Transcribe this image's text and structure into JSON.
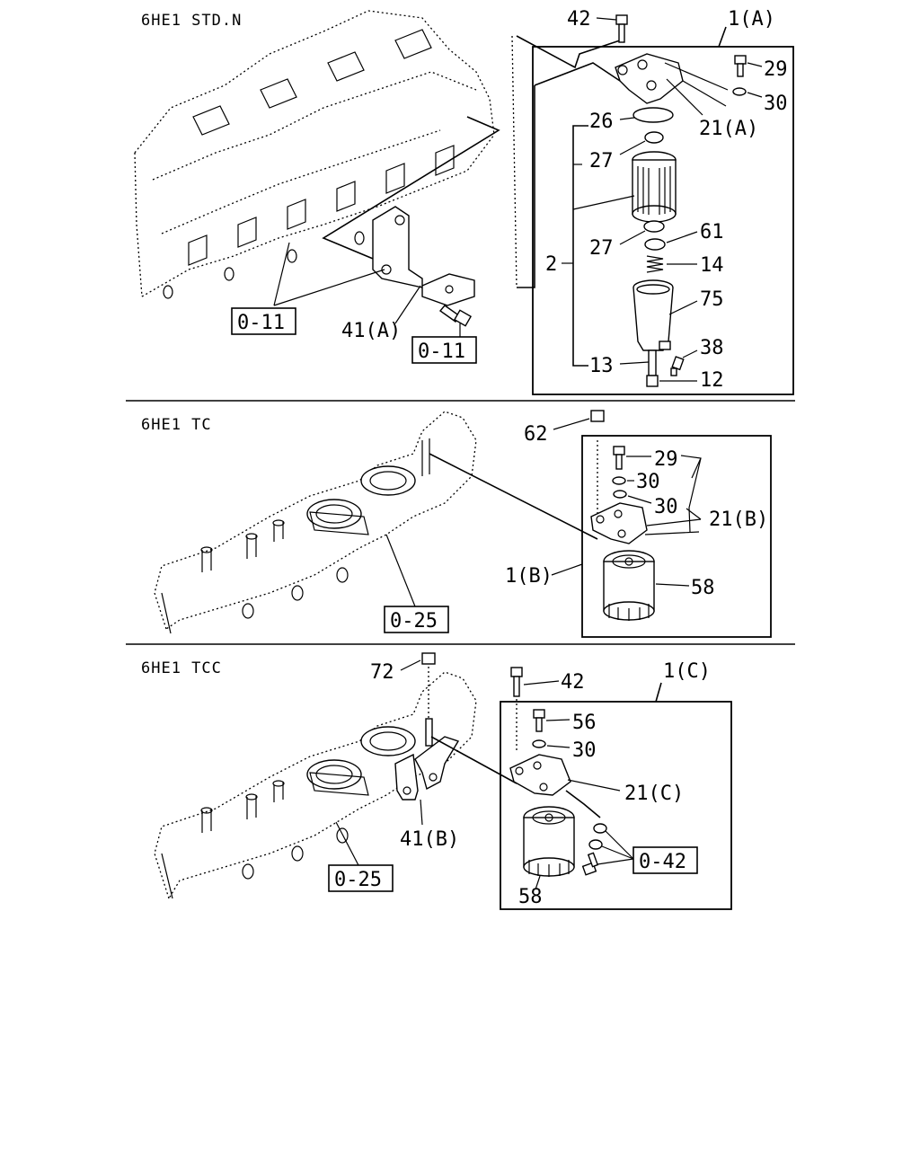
{
  "sections": {
    "std": {
      "title": "6HE1 STD.N"
    },
    "tc": {
      "title": "6HE1 TC"
    },
    "tcc": {
      "title": "6HE1 TCC"
    }
  },
  "labels": {
    "std": {
      "p42": "42",
      "p1a": "1(A)",
      "p29": "29",
      "p30": "30",
      "p21a": "21(A)",
      "p26": "26",
      "p27a": "27",
      "p27b": "27",
      "p2": "2",
      "p61": "61",
      "p14": "14",
      "p75": "75",
      "p38": "38",
      "p13": "13",
      "p12": "12",
      "p41a": "41(A)",
      "ref1": "0-11",
      "ref2": "0-11"
    },
    "tc": {
      "p62": "62",
      "p29": "29",
      "p30a": "30",
      "p30b": "30",
      "p21b": "21(B)",
      "p1b": "1(B)",
      "p58": "58",
      "ref": "0-25"
    },
    "tcc": {
      "p72": "72",
      "p42": "42",
      "p1c": "1(C)",
      "p56": "56",
      "p30": "30",
      "p21c": "21(C)",
      "p41b": "41(B)",
      "p58": "58",
      "ref1": "0-42",
      "ref2": "0-25"
    }
  }
}
